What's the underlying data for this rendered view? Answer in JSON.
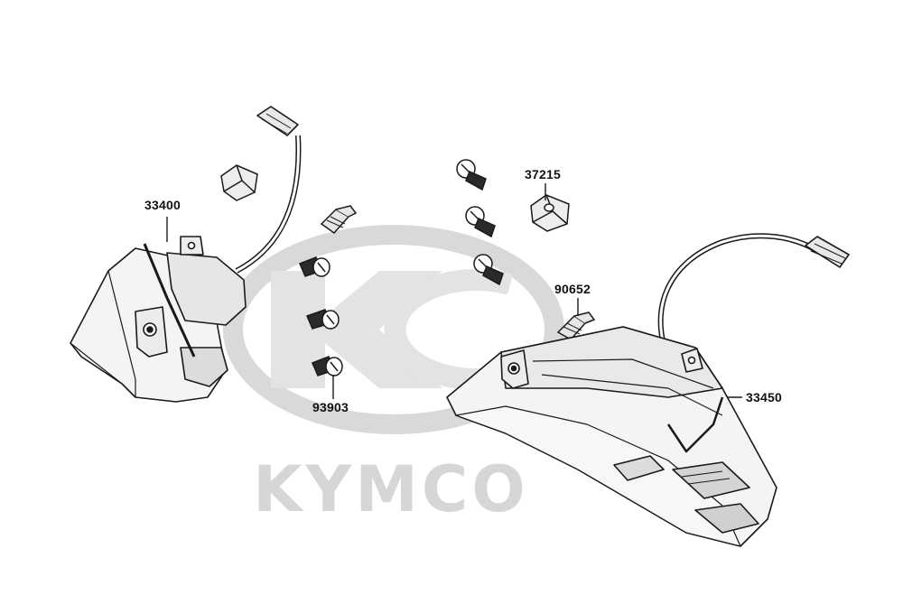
{
  "watermark": {
    "brand": "KYMCO",
    "color": "#d9d9d9"
  },
  "parts": [
    {
      "id": "p33400",
      "number": "33400"
    },
    {
      "id": "p37215",
      "number": "37215"
    },
    {
      "id": "p90652",
      "number": "90652"
    },
    {
      "id": "p93903",
      "number": "93903"
    },
    {
      "id": "p33450",
      "number": "33450"
    }
  ],
  "colors": {
    "line": "#1a1a1a",
    "fill_light": "#f4f4f4",
    "fill_mid": "#d8d8d8",
    "fill_dark": "#9a9a9a"
  }
}
